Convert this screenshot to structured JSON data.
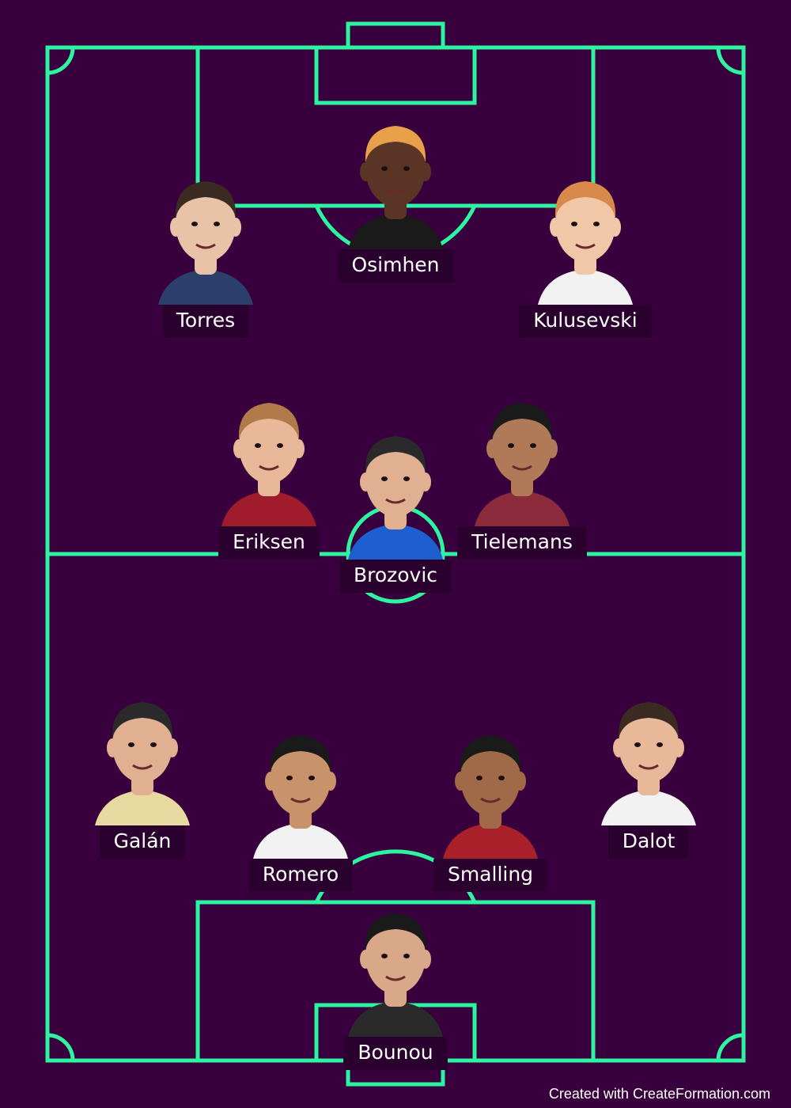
{
  "colors": {
    "background": "#38003c",
    "pitch_lines": "#2ef3a0",
    "name_tag": "#2a002e",
    "text": "#ffffff"
  },
  "players": [
    {
      "id": "osimhen",
      "name": "Osimhen",
      "shirt": "#1a1a1a",
      "skin": "#5a3425",
      "hair": "#e8a04a",
      "icon": "player-portrait"
    },
    {
      "id": "torres",
      "name": "Torres",
      "shirt": "#2c3e6b",
      "skin": "#e8c3a8",
      "hair": "#3a2a22",
      "icon": "player-portrait"
    },
    {
      "id": "kulusevski",
      "name": "Kulusevski",
      "shirt": "#f2f2f2",
      "skin": "#f0c8a8",
      "hair": "#d98a4a",
      "icon": "player-portrait"
    },
    {
      "id": "eriksen",
      "name": "Eriksen",
      "shirt": "#a01c2c",
      "skin": "#e8b898",
      "hair": "#b07a4a",
      "icon": "player-portrait"
    },
    {
      "id": "tielemans",
      "name": "Tielemans",
      "shirt": "#8a2a3a",
      "skin": "#b07a58",
      "hair": "#1a1a1a",
      "icon": "player-portrait"
    },
    {
      "id": "brozovic",
      "name": "Brozovic",
      "shirt": "#1e5fd0",
      "skin": "#e0b090",
      "hair": "#2a2a2a",
      "icon": "player-portrait"
    },
    {
      "id": "galan",
      "name": "Galán",
      "shirt": "#e8d9a0",
      "skin": "#e0b090",
      "hair": "#2a2a2a",
      "icon": "player-portrait"
    },
    {
      "id": "romero",
      "name": "Romero",
      "shirt": "#f2f2f2",
      "skin": "#c8926a",
      "hair": "#1a1a1a",
      "icon": "player-portrait"
    },
    {
      "id": "smalling",
      "name": "Smalling",
      "shirt": "#a8202a",
      "skin": "#a06a48",
      "hair": "#1a1a1a",
      "icon": "player-portrait"
    },
    {
      "id": "dalot",
      "name": "Dalot",
      "shirt": "#f2f2f2",
      "skin": "#e8b898",
      "hair": "#3a2a22",
      "icon": "player-portrait"
    },
    {
      "id": "bounou",
      "name": "Bounou",
      "shirt": "#2a2a2a",
      "skin": "#d8a888",
      "hair": "#1a1a1a",
      "icon": "player-portrait"
    }
  ],
  "credit": "Created with CreateFormation.com"
}
